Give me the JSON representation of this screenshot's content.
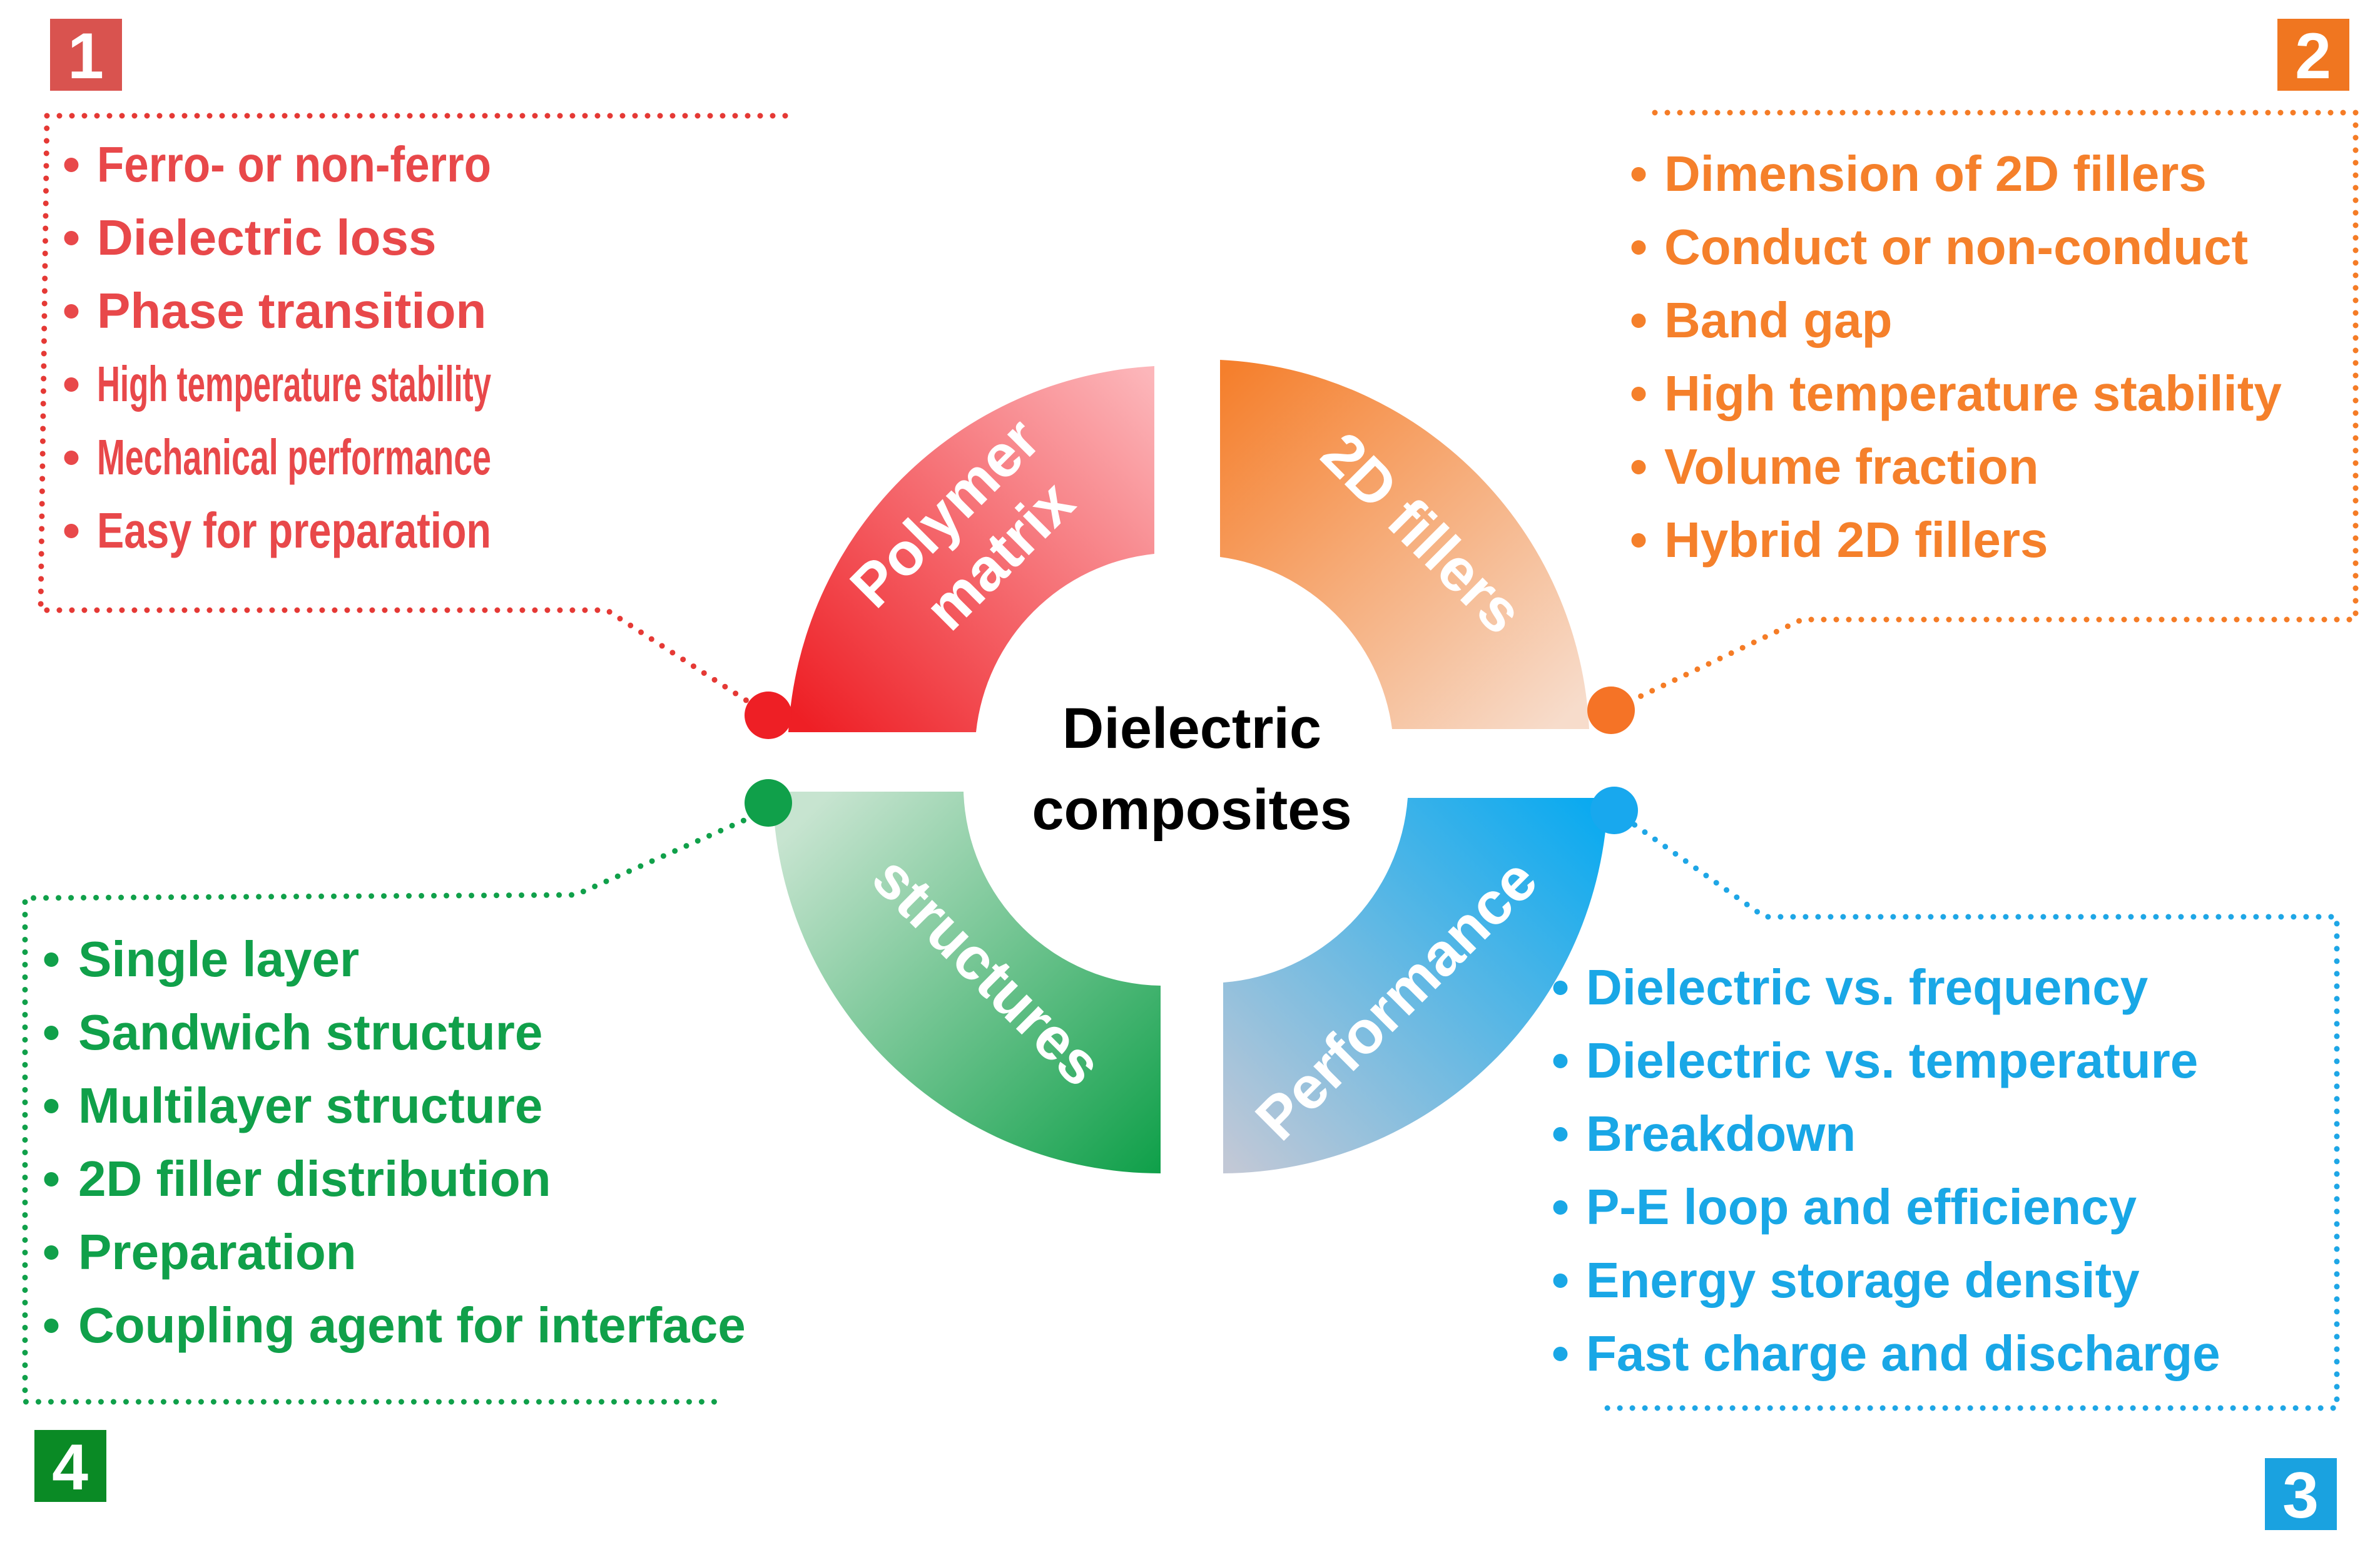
{
  "center": {
    "line1": "Dielectric",
    "line2": "composites"
  },
  "colors": {
    "red": "#e8484a",
    "orange": "#f5802b",
    "blue": "#19a7e6",
    "green": "#10a04a",
    "badge_red": "#d9534f",
    "badge_orange": "#f07620",
    "badge_blue": "#1aa2e0",
    "badge_green": "#0a8a25"
  },
  "segments": {
    "polymer": {
      "line1": "Polymer",
      "line2": "matrix"
    },
    "fillers": {
      "label": "2D fillers"
    },
    "performance": {
      "label": "Performance"
    },
    "structures": {
      "label": "structures"
    }
  },
  "boxes": {
    "box1": {
      "number": "1",
      "items": [
        "Ferro- or non-ferro",
        "Dielectric loss",
        "Phase transition",
        "High temperature stability",
        "Mechanical performance",
        "Easy for preparation"
      ]
    },
    "box2": {
      "number": "2",
      "items": [
        "Dimension of 2D fillers",
        "Conduct or non-conduct",
        "Band gap",
        "High temperature stability",
        "Volume fraction",
        "Hybrid 2D fillers"
      ]
    },
    "box3": {
      "number": "3",
      "items": [
        "Dielectric vs. frequency",
        "Dielectric vs. temperature",
        "Breakdown",
        "P-E loop and efficiency",
        "Energy storage density",
        "Fast charge and discharge"
      ]
    },
    "box4": {
      "number": "4",
      "items": [
        "Single layer",
        "Sandwich structure",
        "Multilayer structure",
        "2D filler distribution",
        "Preparation",
        "Coupling agent for interface"
      ]
    }
  }
}
